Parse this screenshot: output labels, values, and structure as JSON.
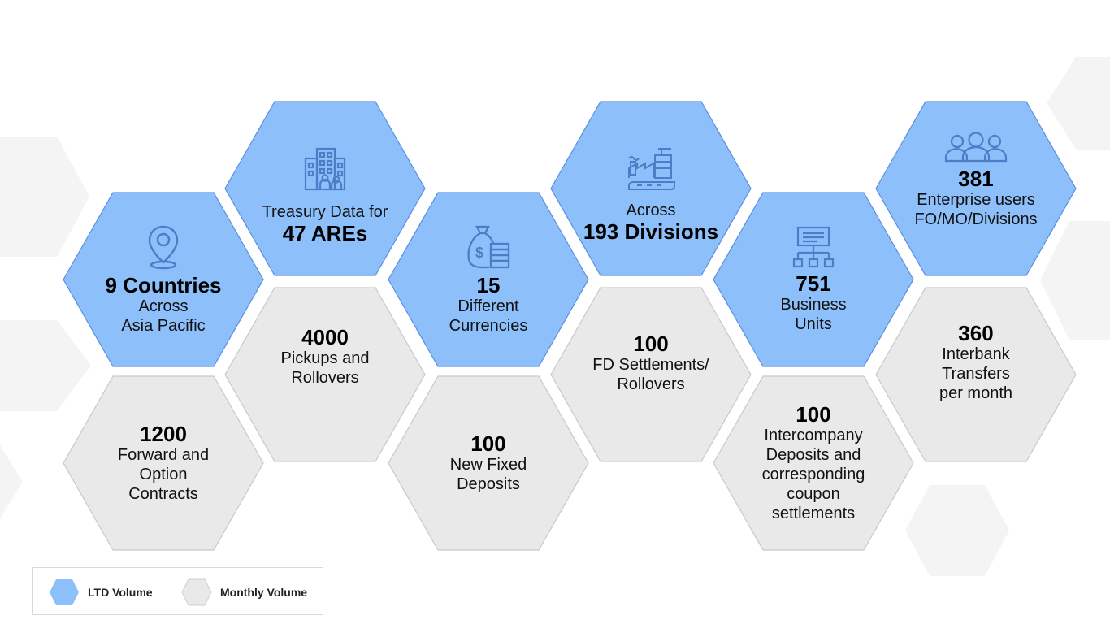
{
  "colors": {
    "ltd_fill": "#8dbffa",
    "ltd_stroke": "#5b8fe0",
    "monthly_fill": "#e9e9e9",
    "monthly_stroke": "#c9c9c9",
    "icon": "#4e7cc6",
    "bg_hex": "#f4f4f4"
  },
  "hexes": [
    {
      "id": "countries",
      "type": "ltd",
      "icon": "location-pin-icon",
      "big_top": "",
      "small_top": "",
      "big": "9 Countries",
      "small": [
        "Across",
        "Asia Pacific"
      ]
    },
    {
      "id": "ares",
      "type": "ltd",
      "icon": "office-building-icon",
      "big_top": "",
      "small_top": "Treasury Data for",
      "big": "47 AREs",
      "small": []
    },
    {
      "id": "currencies",
      "type": "ltd",
      "icon": "money-bag-coins-icon",
      "big_top": "",
      "small_top": "",
      "big": "15",
      "small": [
        "Different",
        "Currencies"
      ]
    },
    {
      "id": "divisions",
      "type": "ltd",
      "icon": "industry-factory-icon",
      "big_top": "",
      "small_top": "Across",
      "big": "193 Divisions",
      "small": []
    },
    {
      "id": "business-units",
      "type": "ltd",
      "icon": "org-chart-icon",
      "big_top": "",
      "small_top": "",
      "big": "751",
      "small": [
        "Business",
        "Units"
      ]
    },
    {
      "id": "users",
      "type": "ltd",
      "icon": "users-group-icon",
      "big_top": "",
      "small_top": "",
      "big": "381",
      "small": [
        "Enterprise users",
        "FO/MO/Divisions"
      ]
    },
    {
      "id": "forward-contracts",
      "type": "monthly",
      "icon": "",
      "big_top": "",
      "small_top": "",
      "big": "1200",
      "small": [
        "Forward and",
        "Option",
        "Contracts"
      ]
    },
    {
      "id": "pickups",
      "type": "monthly",
      "icon": "",
      "big_top": "",
      "small_top": "",
      "big": "4000",
      "small": [
        "Pickups and",
        "Rollovers"
      ]
    },
    {
      "id": "fixed-deposits",
      "type": "monthly",
      "icon": "",
      "big_top": "",
      "small_top": "",
      "big": "100",
      "small": [
        "New Fixed",
        "Deposits"
      ]
    },
    {
      "id": "fd-settlements",
      "type": "monthly",
      "icon": "",
      "big_top": "",
      "small_top": "",
      "big": "100",
      "small": [
        "FD Settlements/",
        "Rollovers"
      ]
    },
    {
      "id": "intercompany",
      "type": "monthly",
      "icon": "",
      "big_top": "",
      "small_top": "",
      "big": "100",
      "small": [
        "Intercompany",
        "Deposits and",
        "corresponding",
        "coupon",
        "settlements"
      ]
    },
    {
      "id": "interbank",
      "type": "monthly",
      "icon": "",
      "big_top": "",
      "small_top": "",
      "big": "360",
      "small": [
        "Interbank",
        "Transfers",
        "per month"
      ]
    }
  ],
  "legend": {
    "ltd_label": "LTD Volume",
    "monthly_label": "Monthly Volume"
  }
}
